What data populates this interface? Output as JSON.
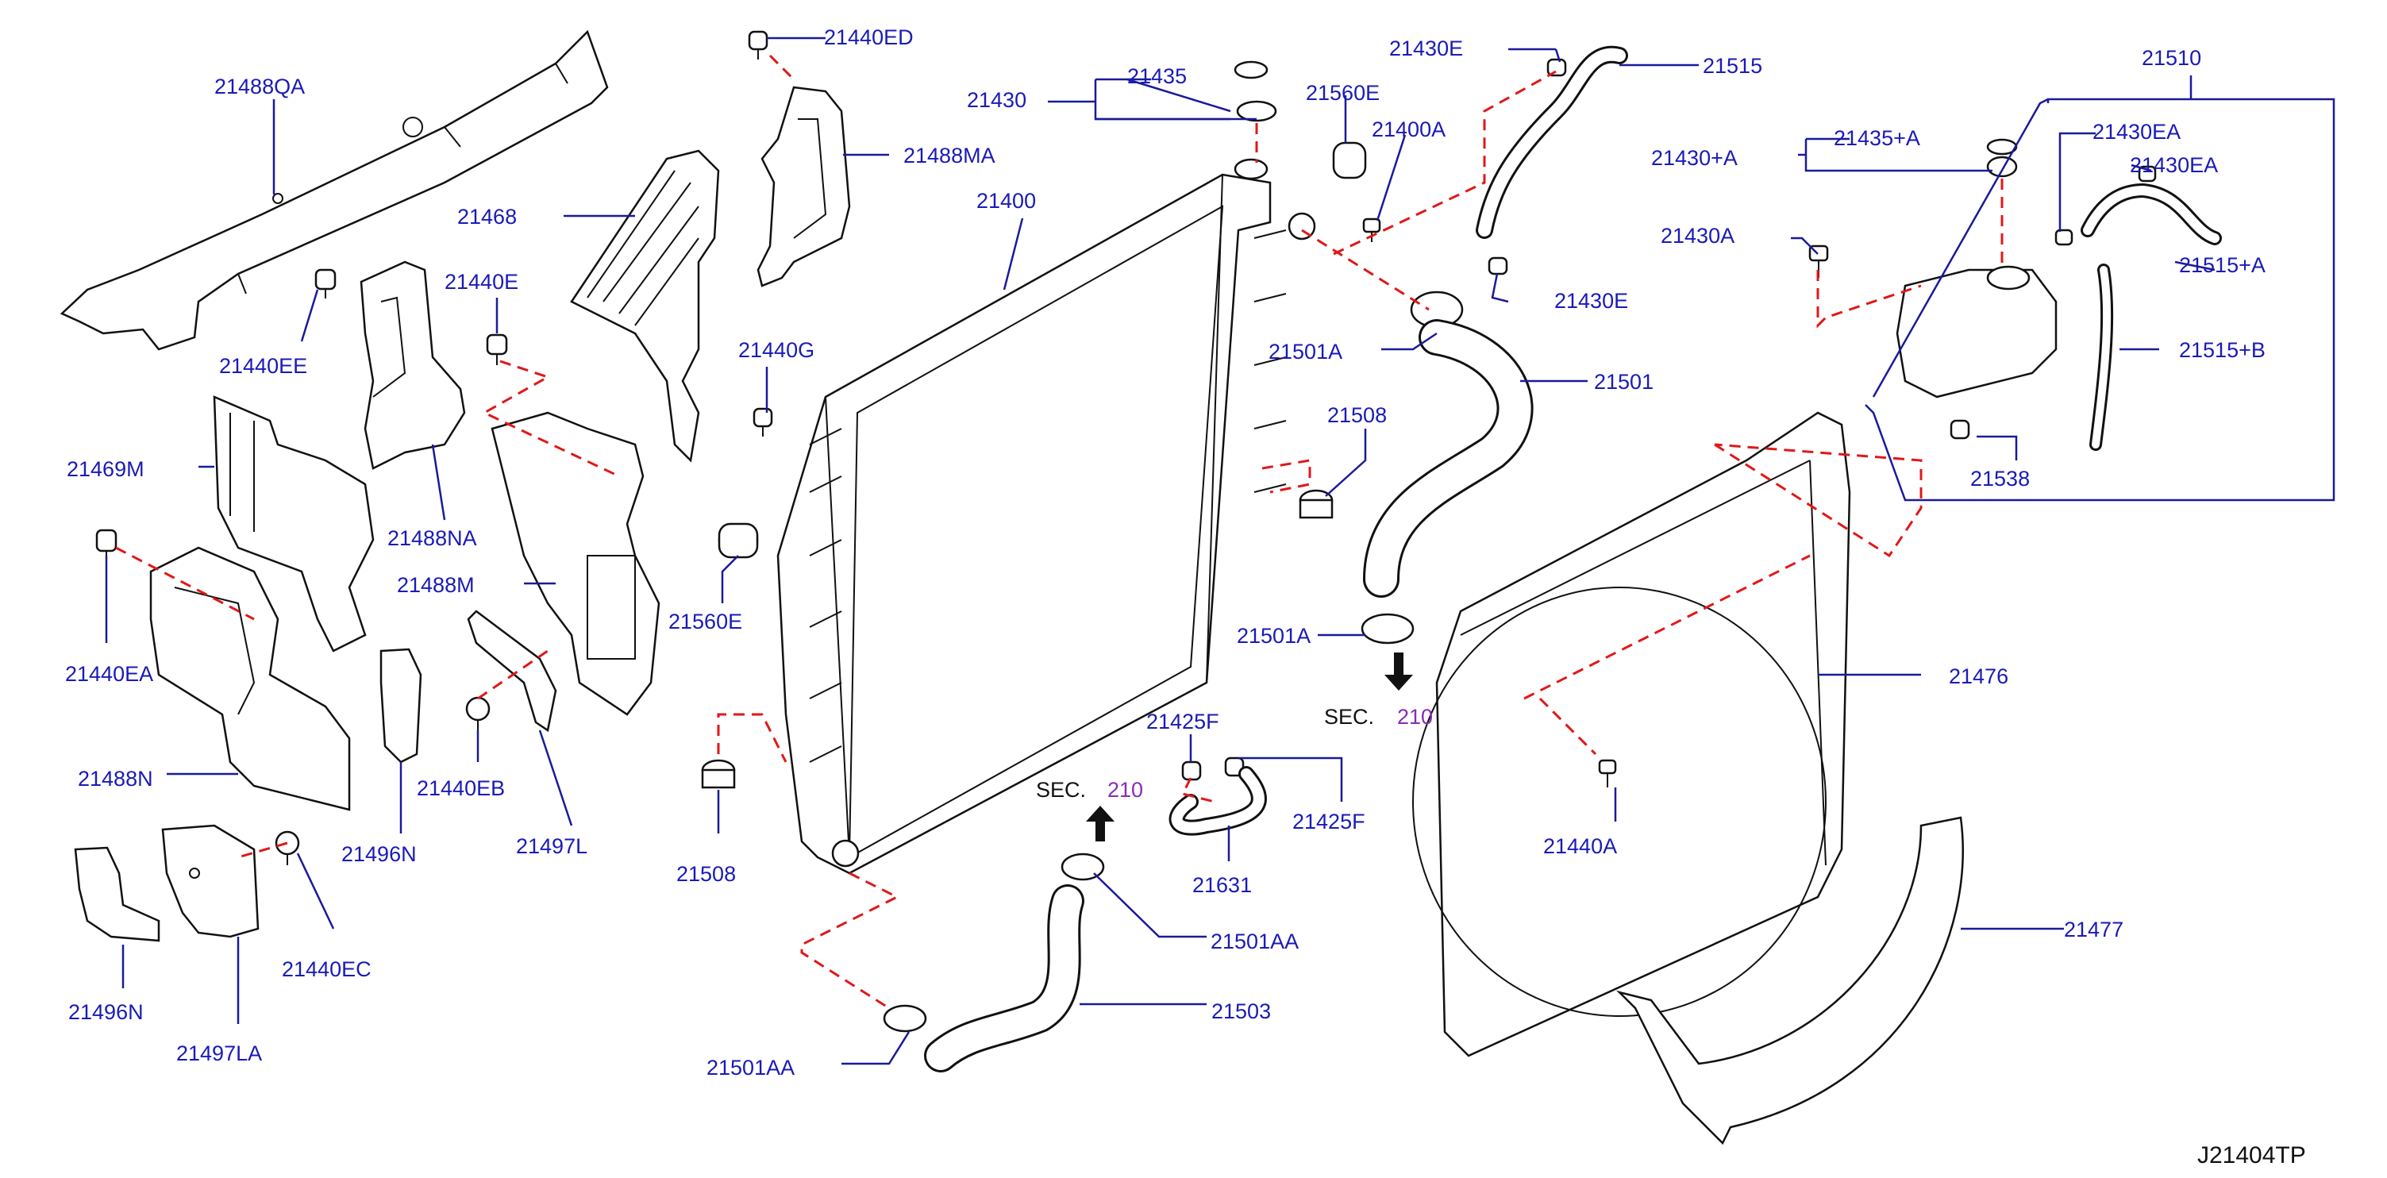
{
  "labels": {
    "l21488QA": "21488QA",
    "l21440ED": "21440ED",
    "l21435": "21435",
    "l21430": "21430",
    "l21560E_top": "21560E",
    "l21400A": "21400A",
    "l21430E_top": "21430E",
    "l21515": "21515",
    "l21510": "21510",
    "l21435A": "21435+A",
    "l21430A_plus": "21430+A",
    "l21430EA_1": "21430EA",
    "l21430EA_2": "21430EA",
    "l21488MA": "21488MA",
    "l21400": "21400",
    "l21468": "21468",
    "l21440E": "21440E",
    "l21440EE": "21440EE",
    "l21430A": "21430A",
    "l21515A": "21515+A",
    "l21430E_mid": "21430E",
    "l21440G": "21440G",
    "l21501A_top": "21501A",
    "l21501": "21501",
    "l21515B": "21515+B",
    "l21469M": "21469M",
    "l21508_top": "21508",
    "l21538": "21538",
    "l21488NA": "21488NA",
    "l21440EA": "21440EA",
    "l21488M": "21488M",
    "l21560E_mid": "21560E",
    "l21501A_mid": "21501A",
    "l21476": "21476",
    "l21425F_top": "21425F",
    "l21488N": "21488N",
    "l21440EB": "21440EB",
    "l21425F_right": "21425F",
    "l21440A": "21440A",
    "l21497L": "21497L",
    "l21496N_mid": "21496N",
    "l21508_bot": "21508",
    "l21631": "21631",
    "l21477": "21477",
    "l21501AA_mid": "21501AA",
    "l21440EC": "21440EC",
    "l21503": "21503",
    "l21496N_bot": "21496N",
    "l21497LA": "21497LA",
    "l21501AA_bot": "21501AA"
  },
  "section_refs": {
    "sec_word": "SEC.",
    "sec_number": "210"
  },
  "footer": {
    "drawing_id": "J21404TP"
  },
  "colors": {
    "label_text": "#1a1ab8",
    "leader_line": "#1a1a9a",
    "dashed_connector": "#e01818",
    "section_number": "#8a2bb5",
    "outline": "#111111"
  }
}
